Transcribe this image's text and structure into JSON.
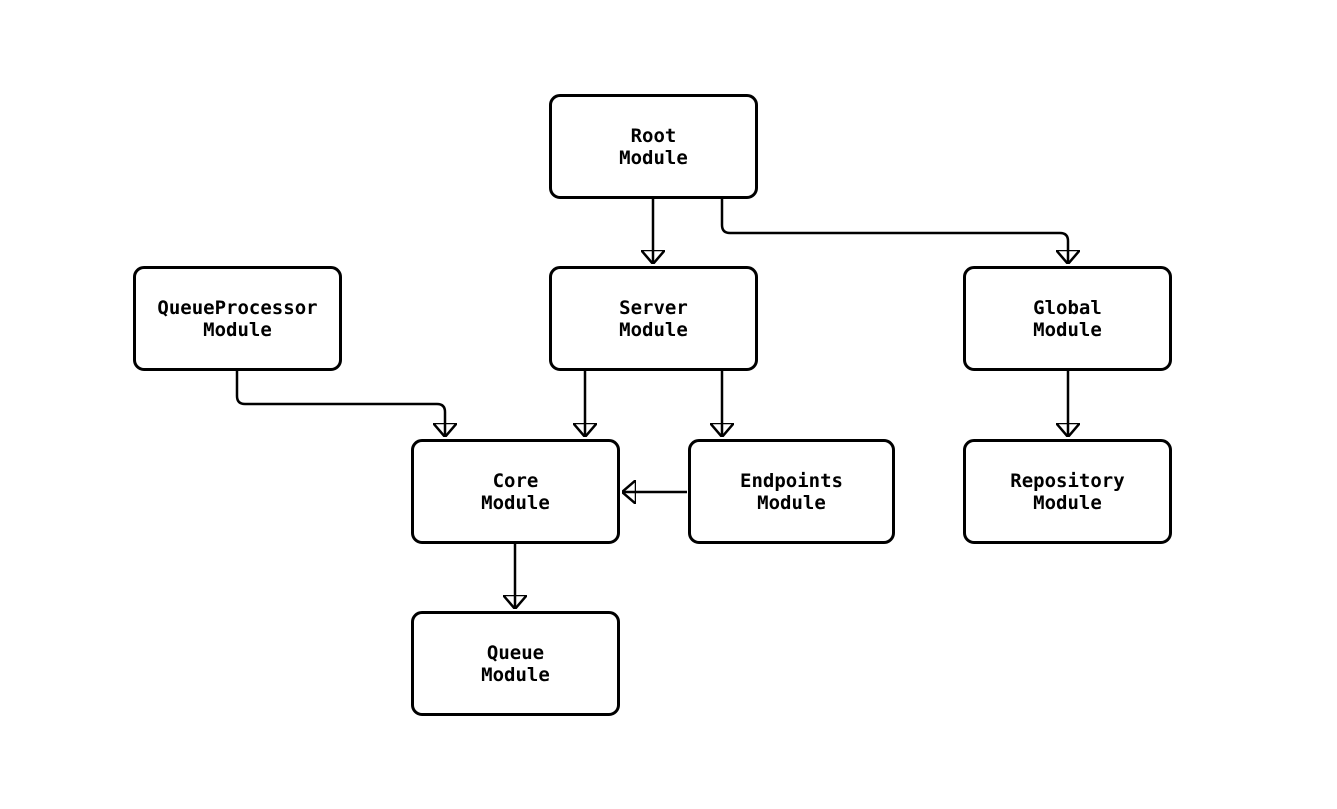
{
  "page": {
    "background_color": "#ffffff"
  },
  "diagram": {
    "type": "flowchart",
    "direction": "top-to-bottom",
    "stroke_color": "#000000",
    "node_fill_color": "#ffffff",
    "text_color": "#000000",
    "nodes": [
      {
        "id": "root",
        "line1": "Root",
        "line2": "Module"
      },
      {
        "id": "queueprocessor",
        "line1": "QueueProcessor",
        "line2": "Module"
      },
      {
        "id": "server",
        "line1": "Server",
        "line2": "Module"
      },
      {
        "id": "global",
        "line1": "Global",
        "line2": "Module"
      },
      {
        "id": "core",
        "line1": "Core",
        "line2": "Module"
      },
      {
        "id": "endpoints",
        "line1": "Endpoints",
        "line2": "Module"
      },
      {
        "id": "repository",
        "line1": "Repository",
        "line2": "Module"
      },
      {
        "id": "queue",
        "line1": "Queue",
        "line2": "Module"
      }
    ],
    "edges": [
      {
        "from": "root",
        "to": "server"
      },
      {
        "from": "root",
        "to": "global"
      },
      {
        "from": "queueprocessor",
        "to": "core"
      },
      {
        "from": "server",
        "to": "core"
      },
      {
        "from": "server",
        "to": "endpoints"
      },
      {
        "from": "endpoints",
        "to": "core"
      },
      {
        "from": "global",
        "to": "repository"
      },
      {
        "from": "core",
        "to": "queue"
      }
    ]
  }
}
